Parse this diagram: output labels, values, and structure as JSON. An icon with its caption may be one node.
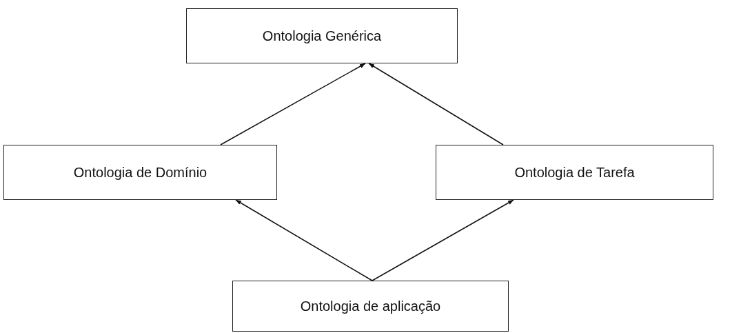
{
  "diagram": {
    "nodes": [
      {
        "text": [
          "Ontologia Genérica"
        ]
      },
      {
        "text": [
          "Ontologia de Domínio"
        ]
      },
      {
        "text": [
          "Ontologia de Tarefa"
        ]
      },
      {
        "text": [
          "Ontologia de aplicação"
        ]
      }
    ],
    "edges": [
      {
        "from": 1,
        "to": 0,
        "arrow": "to"
      },
      {
        "from": 2,
        "to": 0,
        "arrow": "to"
      },
      {
        "from": 3,
        "to": 1,
        "arrow": "to"
      },
      {
        "from": 3,
        "to": 2,
        "arrow": "to"
      }
    ]
  }
}
